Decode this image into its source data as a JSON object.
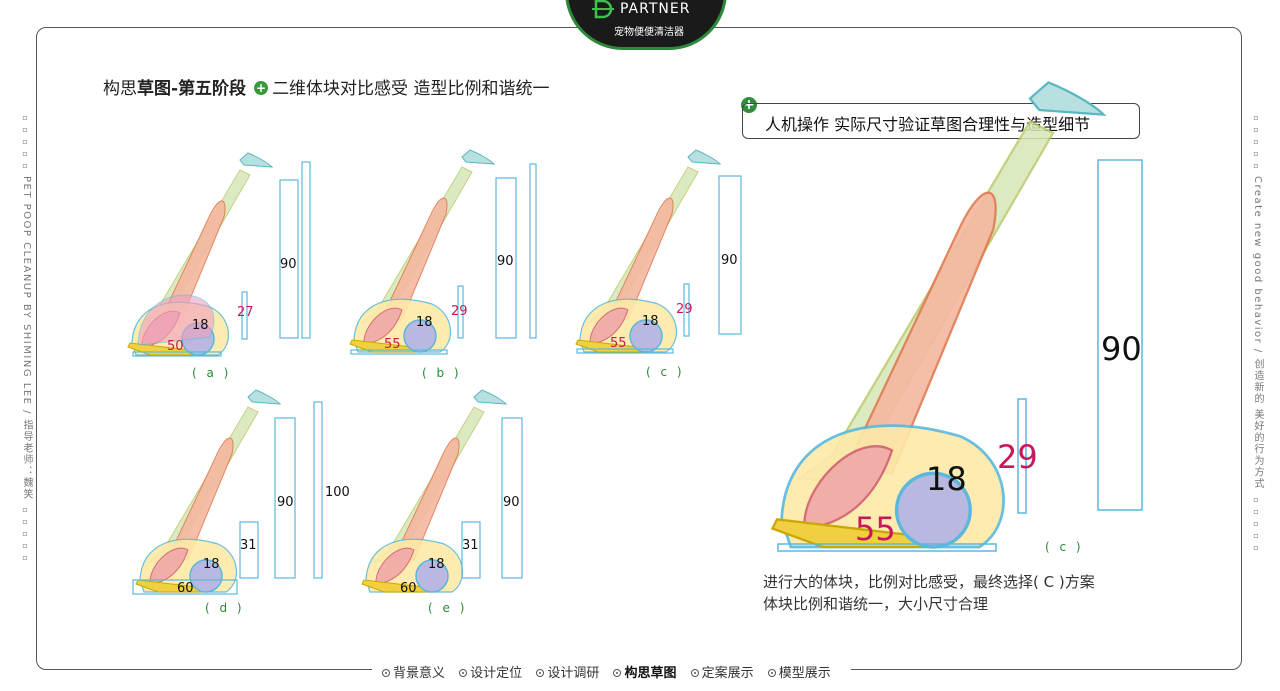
{
  "header": {
    "brand": "PARTNER",
    "subtitle": "宠物便便清洁器"
  },
  "side": {
    "left_text": "PET POOP CLEANUP BY SHIMING LEE / 指导老师：魏笑",
    "right_text": "Create new good behavior / 创造新的 美好的行为方式"
  },
  "title": {
    "prefix": "构思",
    "bold": "草图-",
    "stage": "第五阶段",
    "note": "二维体块对比感受 造型比例和谐统一"
  },
  "callout": {
    "text": "人机操作 实际尺寸验证草图合理性与造型细节"
  },
  "sketches": [
    {
      "caption": "( a )",
      "base": "50",
      "height": "27",
      "circle": "18",
      "pole": "90"
    },
    {
      "caption": "( b )",
      "base": "55",
      "height": "29",
      "circle": "18",
      "pole": "90"
    },
    {
      "caption": "( c )",
      "base": "55",
      "height": "29",
      "circle": "18",
      "pole": "90"
    },
    {
      "caption": "( d )",
      "base": "60",
      "height": "31",
      "circle": "18",
      "pole": "90",
      "total": "100"
    },
    {
      "caption": "( e )",
      "base": "60",
      "height": "31",
      "circle": "18",
      "pole": "90"
    }
  ],
  "large": {
    "caption": "( c )",
    "base": "55",
    "height": "29",
    "circle": "18",
    "pole": "90"
  },
  "conclusion": {
    "line1": "进行大的体块，比例对比感受，最终选择( C )方案",
    "line2": "体块比例和谐统一，大小尺寸合理"
  },
  "nav": {
    "items": [
      "背景意义",
      "设计定位",
      "设计调研",
      "构思草图",
      "定案展示",
      "模型展示"
    ],
    "active": "构思草图"
  },
  "colors": {
    "accent_green": "#2f8f3a",
    "dimension_red": "#c8185a",
    "guide_blue": "#5ab8dc"
  }
}
